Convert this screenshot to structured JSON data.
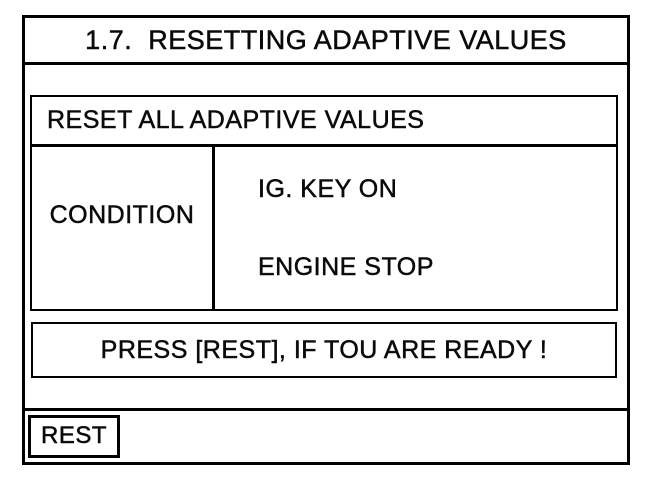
{
  "colors": {
    "foreground": "#000000",
    "background": "#ffffff"
  },
  "title_bar": {
    "title": "1.7.  RESETTING ADAPTIVE VALUES"
  },
  "panel": {
    "header": "RESET ALL ADAPTIVE VALUES",
    "condition": {
      "label": "CONDITION",
      "items": [
        "IG. KEY ON",
        "ENGINE STOP"
      ]
    },
    "message": "PRESS [REST], IF TOU ARE READY !"
  },
  "bottom_bar": {
    "rest_button_label": "REST"
  }
}
